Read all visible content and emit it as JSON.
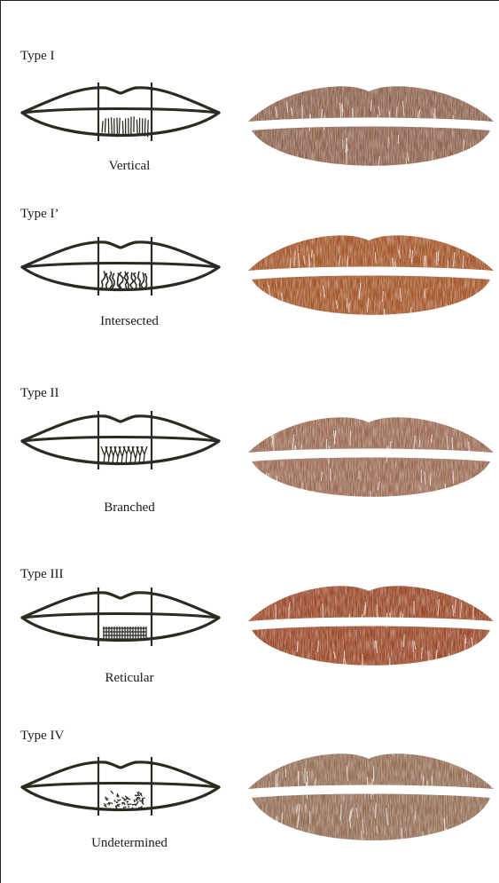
{
  "figure": {
    "panels": [
      {
        "type_label": "Type I",
        "pattern": "vertical",
        "caption": "Vertical",
        "photo_tone": "#8f6550"
      },
      {
        "type_label": "Type I’",
        "pattern": "intersected",
        "caption": "Intersected",
        "photo_tone": "#a4582c"
      },
      {
        "type_label": "Type II",
        "pattern": "branched",
        "caption": "Branched",
        "photo_tone": "#9c6c56"
      },
      {
        "type_label": "Type III",
        "pattern": "reticular",
        "caption": "Reticular",
        "photo_tone": "#9b4b2c"
      },
      {
        "type_label": "Type IV",
        "pattern": "undetermined",
        "caption": "Undetermined",
        "photo_tone": "#957058"
      }
    ]
  }
}
